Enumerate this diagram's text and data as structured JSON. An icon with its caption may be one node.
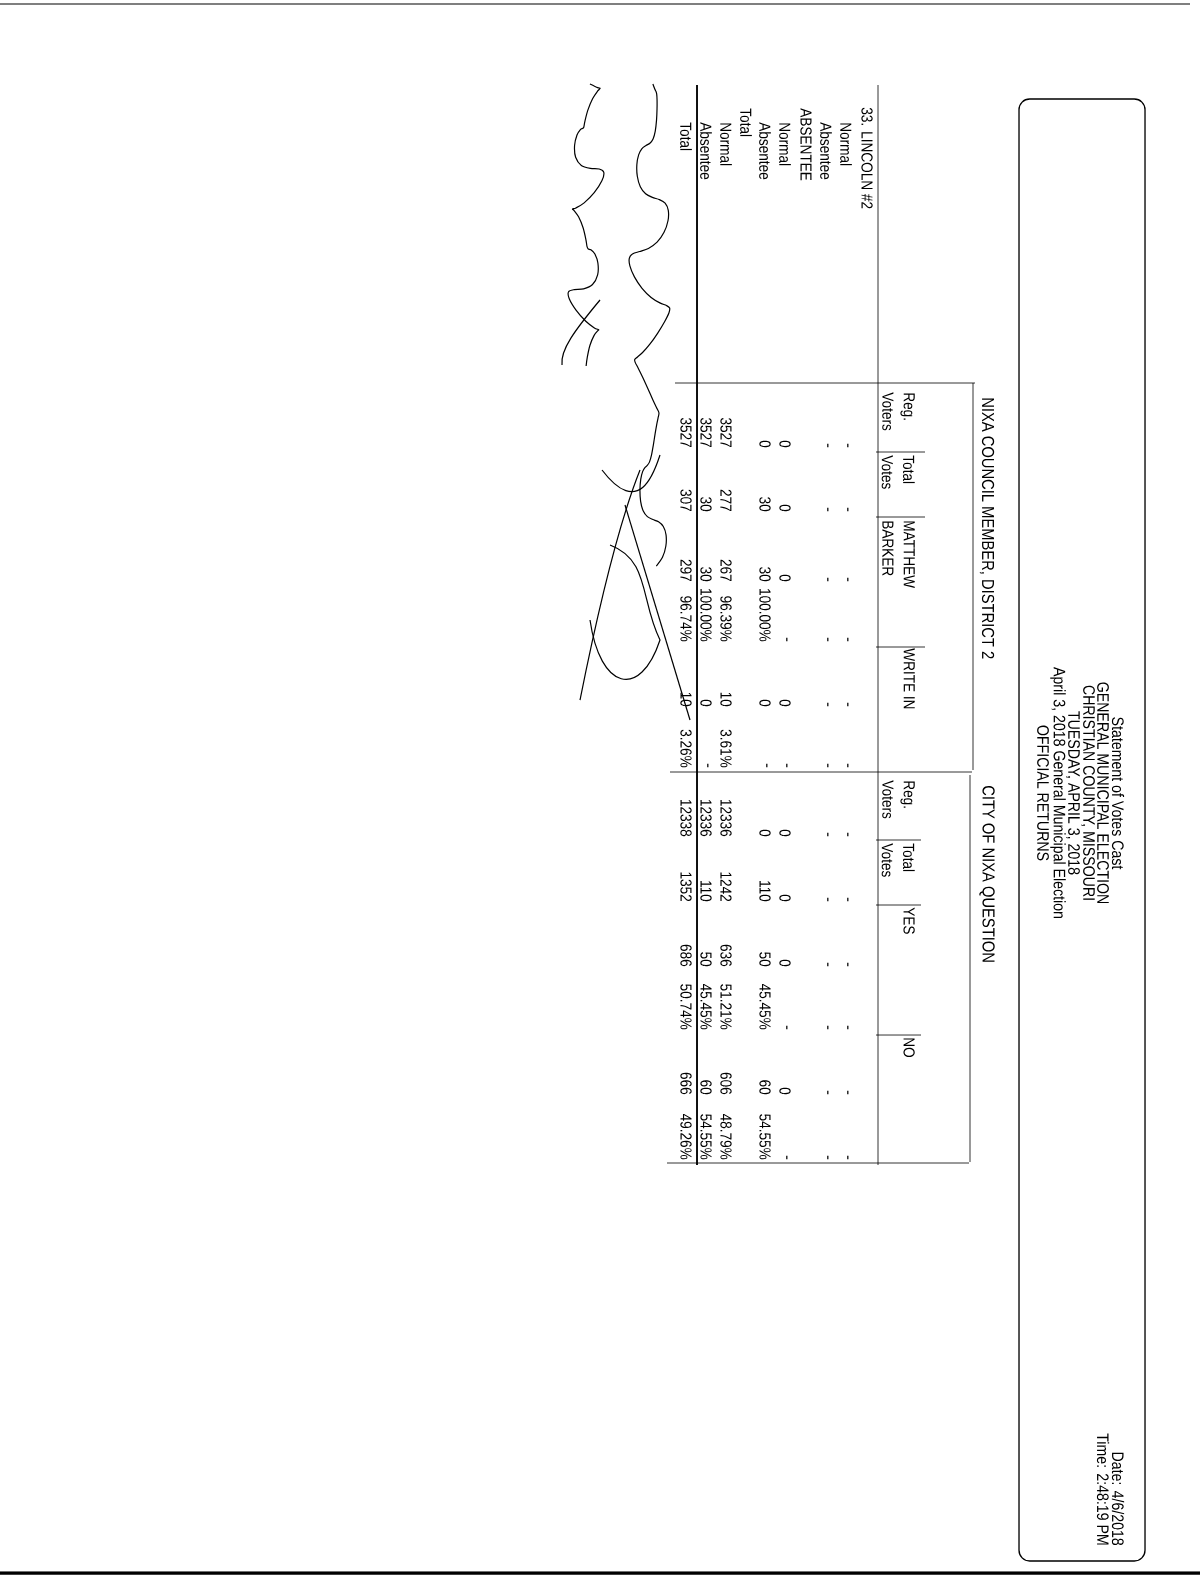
{
  "diagram": {
    "nodes": [
      {
        "text": [
          "Statement of Votes Cast",
          "GENERAL MUNICIPAL ELECTION",
          "CHRISTIAN COUNTY, MISSOURI",
          "TUESDAY, APRIL 3, 2018",
          "April 3, 2018 General Municipal Election",
          "OFFICIAL RETURNS",
          "Date: 4/6/2018",
          "Time: 2:48:19 PM"
        ]
      }
    ],
    "labels": [
      "NIXA COUNCIL MEMBER, DISTRICT 2",
      "CITY OF NIXA QUESTION",
      "Reg. Voters",
      "Total Votes",
      "MATTHEW BARKER",
      "WRITE IN",
      "Reg. Voters",
      "Total Votes",
      "YES",
      "NO",
      "33. LINCOLN #2",
      "Normal",
      "-",
      "-",
      "-",
      "-",
      "-",
      "-",
      "-",
      "-",
      "-",
      "-",
      "-",
      "-",
      "Absentee",
      "-",
      "-",
      "-",
      "-",
      "-",
      "-",
      "-",
      "-",
      "-",
      "-",
      "-",
      "-",
      "ABSENTEE",
      "Normal",
      "0",
      "0",
      "0",
      "-",
      "0",
      "-",
      "0",
      "0",
      "0",
      "-",
      "0",
      "-",
      "Absentee",
      "0",
      "30",
      "30",
      "100.00%",
      "0",
      "-",
      "0",
      "110",
      "50",
      "45.45%",
      "60",
      "54.55%",
      "Total",
      "Normal",
      "3527",
      "277",
      "267",
      "96.39%",
      "10",
      "3.61%",
      "12336",
      "1242",
      "636",
      "51.21%",
      "606",
      "48.79%",
      "Absentee",
      "3527",
      "30",
      "30",
      "100.00%",
      "0",
      "-",
      "12336",
      "110",
      "50",
      "45.45%",
      "60",
      "54.55%",
      "Total",
      "3527",
      "307",
      "297",
      "96.74%",
      "10",
      "3.26%",
      "12338",
      "1352",
      "686",
      "50.74%",
      "666",
      "49.26%"
    ]
  }
}
